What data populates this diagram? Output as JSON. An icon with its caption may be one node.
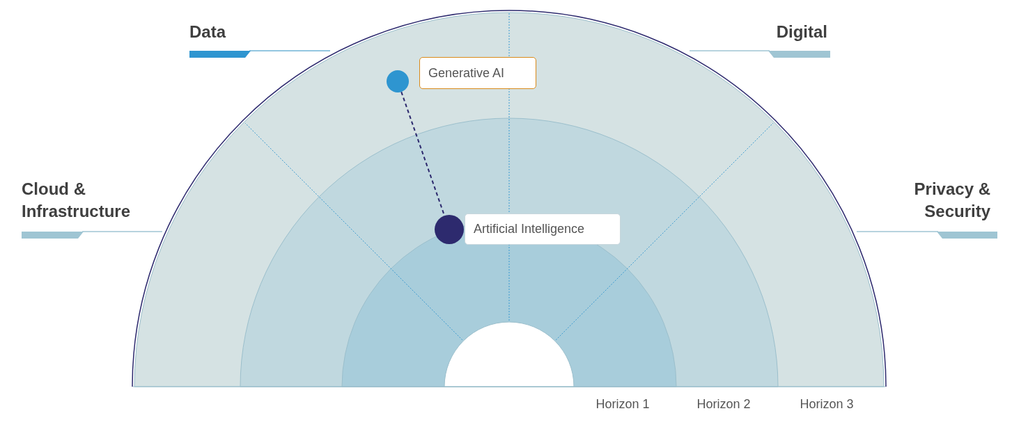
{
  "diagram": {
    "nodes": [
      {
        "text": [],
        "shape": "circle"
      },
      {
        "text": [
          "Generative AI"
        ]
      },
      {
        "text": [],
        "shape": "circle"
      },
      {
        "text": [
          "Artificial Intelligence"
        ]
      }
    ],
    "edges": [
      {
        "from": 0,
        "to": 2,
        "arrow": "none",
        "style": "dashed"
      }
    ],
    "labels": [
      "Data",
      "Digital",
      "Cloud & Infrastructure",
      "Privacy & Security",
      "Horizon 1",
      "Horizon 2",
      "Horizon 3"
    ]
  }
}
